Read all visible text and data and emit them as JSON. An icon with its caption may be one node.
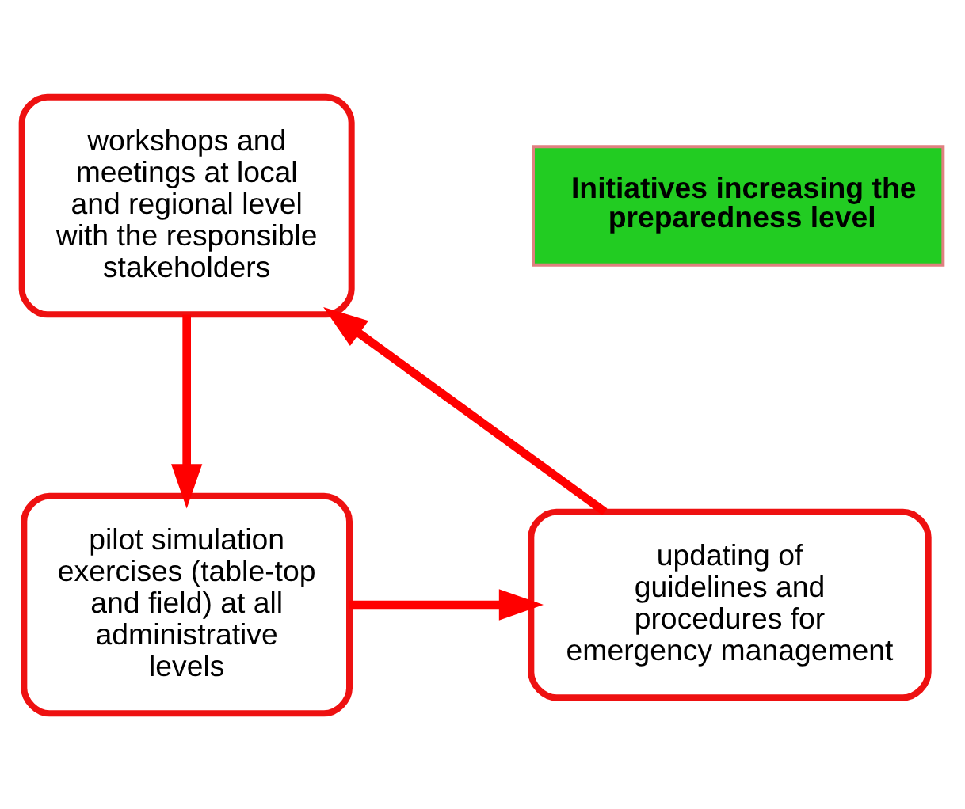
{
  "diagram": {
    "nodes": [
      {
        "text": [
          "workshops and meetings at local and regional level with the responsible stakeholders"
        ]
      },
      {
        "text": [
          "Initiatives increasing the preparedness level"
        ]
      },
      {
        "text": [
          "pilot simulation exercises (table-top and field) at all administrative levels"
        ]
      },
      {
        "text": [
          "updating of guidelines and procedures for emergency management"
        ]
      }
    ],
    "edges": [
      {
        "from": 0,
        "to": 2,
        "arrow": "to"
      },
      {
        "from": 2,
        "to": 3,
        "arrow": "to"
      },
      {
        "from": 3,
        "to": 0,
        "arrow": "to"
      }
    ]
  }
}
